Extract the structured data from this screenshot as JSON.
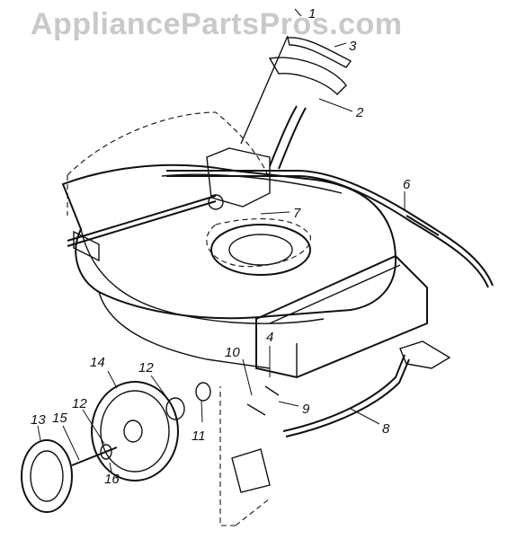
{
  "watermark": "AppliancePartsPros.com",
  "callouts": [
    "1",
    "2",
    "3",
    "4",
    "6",
    "7",
    "8",
    "9",
    "10",
    "11",
    "12",
    "12",
    "13",
    "14",
    "15",
    "16"
  ]
}
